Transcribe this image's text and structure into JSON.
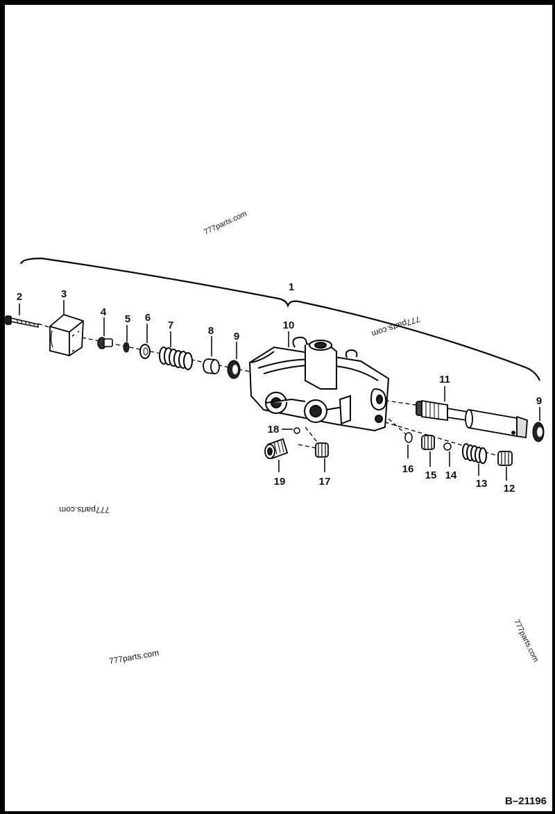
{
  "diagram": {
    "callouts": [
      "1",
      "2",
      "3",
      "4",
      "5",
      "6",
      "7",
      "8",
      "9",
      "10",
      "11",
      "9",
      "12",
      "13",
      "14",
      "15",
      "16",
      "17",
      "18",
      "19"
    ],
    "watermarks": [
      "777parts.com",
      "777parts.com",
      "777parts.com",
      "777parts.com",
      "777parts.com"
    ],
    "drawing_code": "B–21196"
  }
}
